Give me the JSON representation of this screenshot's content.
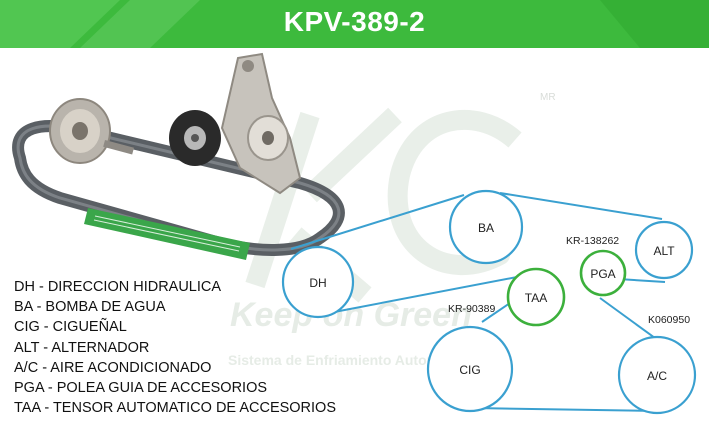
{
  "header": {
    "title": "KPV-389-2",
    "color": "#3dba3d"
  },
  "watermark": {
    "mark": "MR",
    "slogan": "Keep on Green",
    "subtitle": "Sistema de Enfriamiento Automotriz"
  },
  "diagram": {
    "belt_color": "#3aa0d0",
    "tensioner_color": "#3cb03c",
    "pulleys": {
      "dh": "DH",
      "ba": "BA",
      "alt": "ALT",
      "pga": "PGA",
      "taa": "TAA",
      "cig": "CIG",
      "ac": "A/C"
    },
    "part_numbers": {
      "pga": "KR-138262",
      "taa": "KR-90389",
      "ac": "K060950"
    }
  },
  "legend": [
    "DH - DIRECCION HIDRAULICA",
    "BA - BOMBA DE AGUA",
    "CIG - CIGUEÑAL",
    "ALT - ALTERNADOR",
    "A/C - AIRE ACONDICIONADO",
    "PGA - POLEA GUIA DE ACCESORIOS",
    "TAA - TENSOR AUTOMATICO DE ACCESORIOS"
  ]
}
